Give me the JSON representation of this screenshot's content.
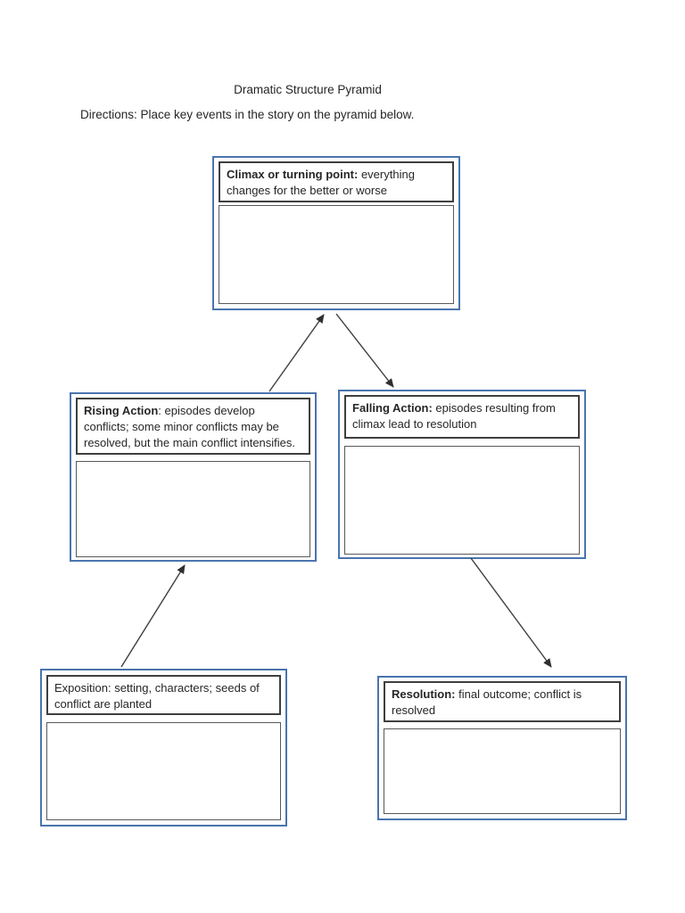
{
  "page": {
    "title": "Dramatic Structure Pyramid",
    "directions": "Directions: Place key events in the story on the pyramid below."
  },
  "boxes": {
    "climax": {
      "label_bold": "Climax or turning point:",
      "label_rest": " everything changes for the better or worse"
    },
    "rising": {
      "label_bold": "Rising Action",
      "label_rest": ": episodes develop conflicts; some minor conflicts may be resolved, but the main conflict intensifies."
    },
    "falling": {
      "label_bold": "Falling Action:",
      "label_rest": " episodes resulting from climax lead to resolution"
    },
    "exposition": {
      "label_bold": "",
      "label_rest": "Exposition: setting, characters; seeds of conflict are planted"
    },
    "resolution": {
      "label_bold": "Resolution:",
      "label_rest": " final outcome; conflict is resolved"
    }
  },
  "colors": {
    "outer_border": "#4a74ae",
    "label_border": "#3f3f3f",
    "field_border": "#595959",
    "arrow": "#3f3f3f",
    "text": "#262626",
    "background": "#ffffff"
  }
}
